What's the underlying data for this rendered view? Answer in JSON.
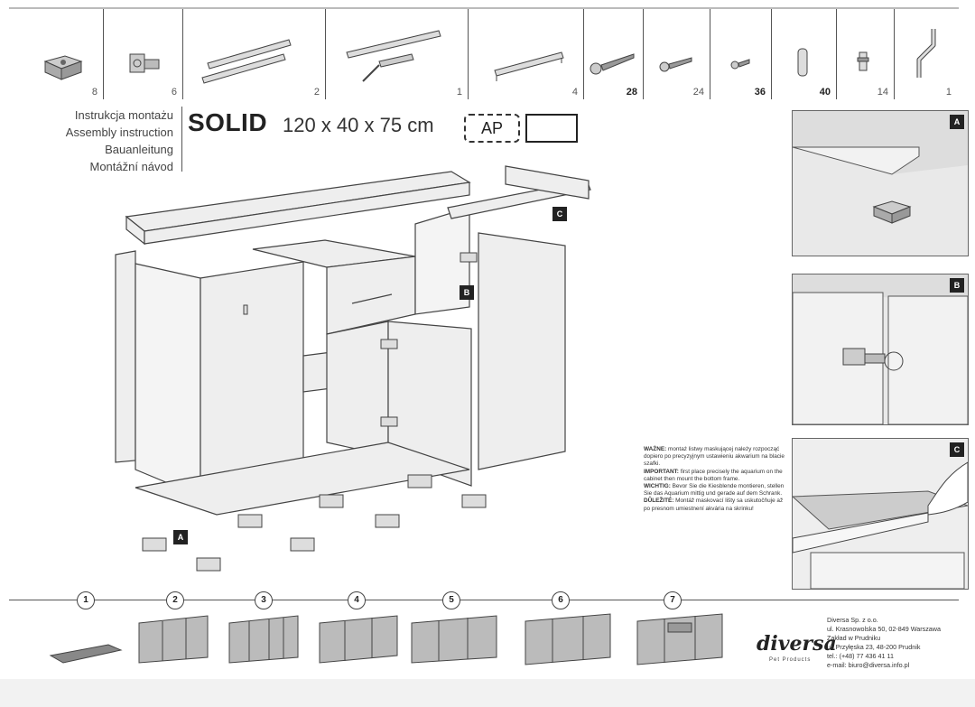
{
  "parts": [
    {
      "icon": "foot-block-icon",
      "count": "8",
      "bold": false
    },
    {
      "icon": "hinge-icon",
      "count": "6",
      "bold": false
    },
    {
      "icon": "drawer-rail-icon",
      "count": "2",
      "bold": false
    },
    {
      "icon": "frame-rail-icon",
      "count": "1",
      "bold": false
    },
    {
      "icon": "handle-icon",
      "count": "4",
      "bold": false
    },
    {
      "icon": "long-screw-icon",
      "count": "28",
      "bold": true
    },
    {
      "icon": "screw-icon",
      "count": "24",
      "bold": false
    },
    {
      "icon": "short-screw-icon",
      "count": "36",
      "bold": true
    },
    {
      "icon": "dowel-icon",
      "count": "40",
      "bold": true
    },
    {
      "icon": "pin-icon",
      "count": "14",
      "bold": false
    },
    {
      "icon": "allen-key-icon",
      "count": "1",
      "bold": false
    }
  ],
  "titles": [
    "Instrukcja montażu",
    "Assembly instruction",
    "Bauanleitung",
    "Montážní návod"
  ],
  "product": {
    "name": "SOLID",
    "dimensions": "120 x 40 x 75 cm",
    "code": "AP"
  },
  "labels": {
    "a": "A",
    "b": "B",
    "c": "C"
  },
  "note": {
    "pl_head": "WAŻNE:",
    "pl": "montaż listwy maskującej należy rozpocząć dopiero po precyzyjnym ustawieniu akwarium na blacie szafki.",
    "en_head": "IMPORTANT:",
    "en": "first place precisely the aquarium on the cabinet then mount the bottom frame.",
    "de_head": "WICHTIG:",
    "de": "Bevor Sie die Kiesblende montieren, stellen Sie das Aquarium mittig und gerade auf dem Schrank.",
    "cz_head": "DŮLEŽITÉ:",
    "cz": "Montáž maskovací lišty sa uskutočňuje až po presnom umiestnení akvária na skrinku!"
  },
  "steps": [
    "1",
    "2",
    "3",
    "4",
    "5",
    "6",
    "7"
  ],
  "company": {
    "logo": "diversa",
    "logo_sub": "Pet Products",
    "lines": [
      "Diversa Sp. z o.o.",
      "ul. Krasnowolska 50, 02-849 Warszawa",
      "Zakład w Prudniku",
      "ul. Przyłęska 23, 48-200 Prudnik",
      "tel.: (+48) 77 436 41 11",
      "e-mail: biuro@diversa.info.pl"
    ]
  }
}
